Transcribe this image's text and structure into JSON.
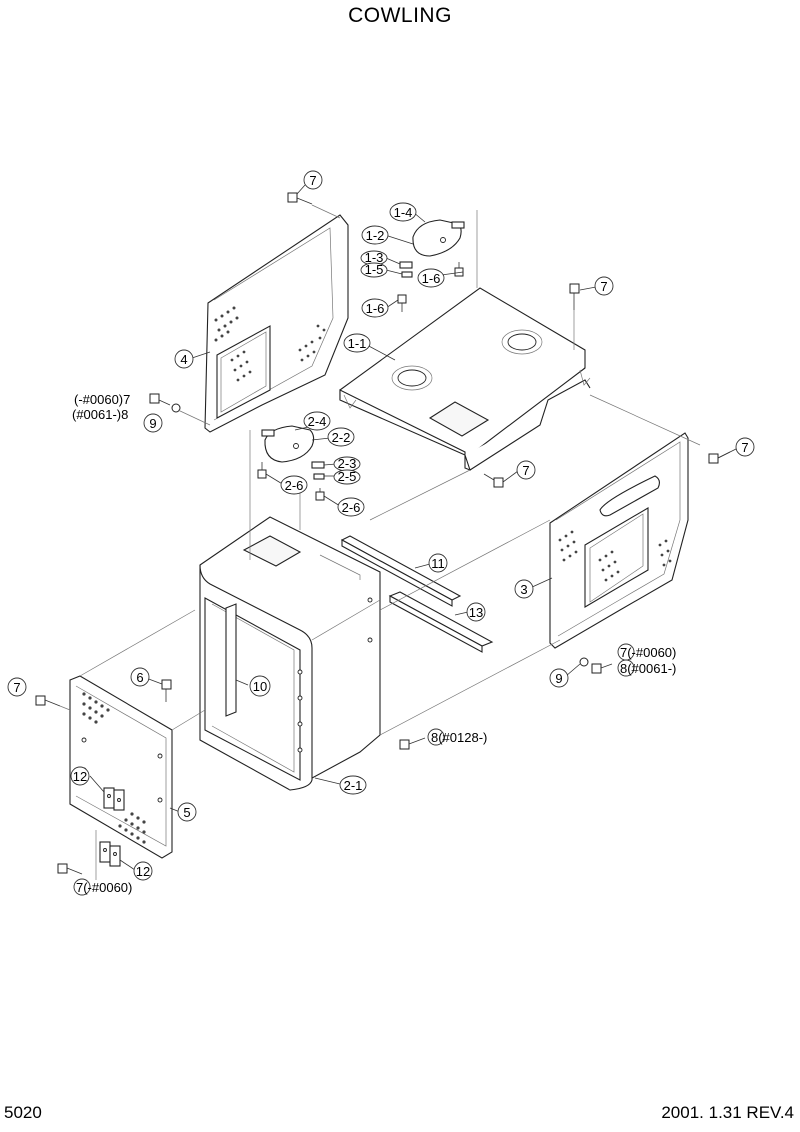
{
  "title": "COWLING",
  "page_number": "5020",
  "revision": "2001. 1.31 REV.4",
  "callouts": [
    {
      "id": "c7a",
      "label": "7"
    },
    {
      "id": "c14",
      "label": "1-4"
    },
    {
      "id": "c12",
      "label": "1-2"
    },
    {
      "id": "c13",
      "label": "1-3"
    },
    {
      "id": "c15",
      "label": "1-5"
    },
    {
      "id": "c16a",
      "label": "1-6"
    },
    {
      "id": "c16b",
      "label": "1-6"
    },
    {
      "id": "c7b",
      "label": "7"
    },
    {
      "id": "c11",
      "label": "1-1"
    },
    {
      "id": "c4",
      "label": "4"
    },
    {
      "id": "c7c",
      "label": "(-#0060)7"
    },
    {
      "id": "c8a",
      "label": "(#0061-)8"
    },
    {
      "id": "c9a",
      "label": "9"
    },
    {
      "id": "c24",
      "label": "2-4"
    },
    {
      "id": "c22",
      "label": "2-2"
    },
    {
      "id": "c23",
      "label": "2-3"
    },
    {
      "id": "c25",
      "label": "2-5"
    },
    {
      "id": "c26a",
      "label": "2-6"
    },
    {
      "id": "c26b",
      "label": "2-6"
    },
    {
      "id": "c7d",
      "label": "7"
    },
    {
      "id": "c7e",
      "label": "7"
    },
    {
      "id": "c3",
      "label": "3"
    },
    {
      "id": "c11b",
      "label": "11"
    },
    {
      "id": "c13b",
      "label": "13"
    },
    {
      "id": "c7f",
      "label": "7(-#0060)"
    },
    {
      "id": "c8b",
      "label": "8(#0061-)"
    },
    {
      "id": "c9b",
      "label": "9"
    },
    {
      "id": "c7g",
      "label": "7"
    },
    {
      "id": "c6",
      "label": "6"
    },
    {
      "id": "c10",
      "label": "10"
    },
    {
      "id": "c8c",
      "label": "8(#0128-)"
    },
    {
      "id": "c12a",
      "label": "12"
    },
    {
      "id": "c5",
      "label": "5"
    },
    {
      "id": "c21",
      "label": "2-1"
    },
    {
      "id": "c12b",
      "label": "12"
    },
    {
      "id": "c7h",
      "label": "7(-#0060)"
    }
  ]
}
